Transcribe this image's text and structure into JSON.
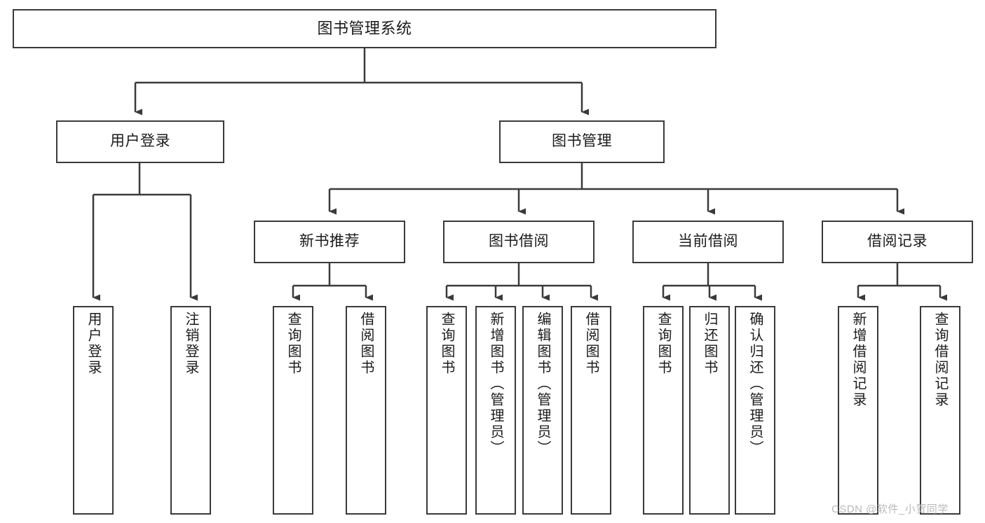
{
  "diagram": {
    "title": "图书管理系统",
    "type": "functional-structure-tree",
    "levels": 4,
    "line_color": "#3a3a3a",
    "box_fill": "#ffffff",
    "text_color": "#1b1b1b",
    "watermark": "CSDN @软件_小贺同学"
  },
  "nodes": {
    "root": {
      "label": "图书管理系统"
    },
    "level2": [
      {
        "label": "用户登录"
      },
      {
        "label": "图书管理"
      }
    ],
    "level3": [
      {
        "label": "新书推荐"
      },
      {
        "label": "图书借阅"
      },
      {
        "label": "当前借阅"
      },
      {
        "label": "借阅记录"
      }
    ],
    "leaves": {
      "user_login": [
        {
          "label": "用户登录"
        },
        {
          "label": "注销登录"
        }
      ],
      "new_book_recommend": [
        {
          "label": "查询图书"
        },
        {
          "label": "借阅图书"
        }
      ],
      "book_borrow": [
        {
          "label": "查询图书"
        },
        {
          "label": "新增图书（管理员）"
        },
        {
          "label": "编辑图书（管理员）"
        },
        {
          "label": "借阅图书"
        }
      ],
      "current_borrow": [
        {
          "label": "查询图书"
        },
        {
          "label": "归还图书"
        },
        {
          "label": "确认归还（管理员）"
        }
      ],
      "borrow_record": [
        {
          "label": "新增借阅记录"
        },
        {
          "label": "查询借阅记录"
        }
      ]
    }
  }
}
